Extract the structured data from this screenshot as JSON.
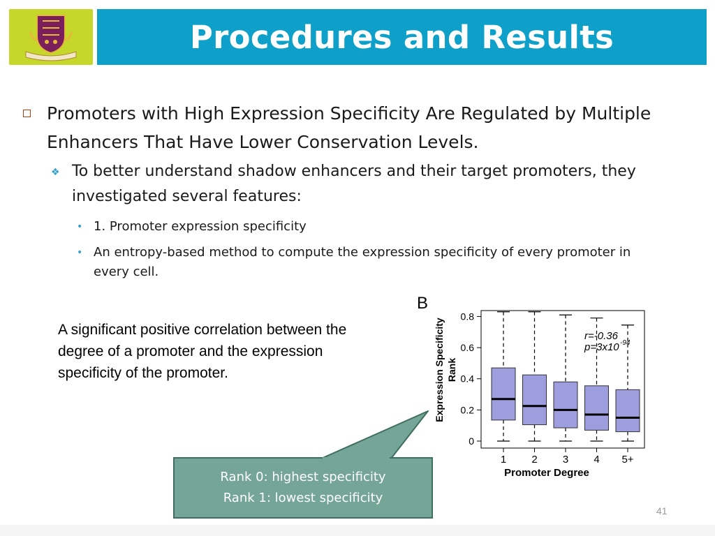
{
  "header": {
    "title": "Procedures and Results",
    "logo_icon": "university-crest-icon",
    "accent_color": "#0ea0c8",
    "logo_bg_color": "#c6d72c"
  },
  "content": {
    "bullet1": "Promoters with High Expression Specificity Are Regulated by Multiple Enhancers That Have Lower Conservation Levels.",
    "bullet2": "To better understand shadow enhancers and their target promoters, they investigated several features:",
    "bullet3a": "1. Promoter expression specificity",
    "bullet3b": "An entropy-based method to compute the expression specificity of every promoter in every cell."
  },
  "caption": "A significant positive correlation between the degree of a promoter and the expression specificity of the promoter.",
  "callout": {
    "line1": "Rank 0: highest specificity",
    "line2": "Rank 1: lowest specificity",
    "color": "#74a596"
  },
  "page_number": "41",
  "chart_data": {
    "type": "box",
    "panel_label": "B",
    "categories": [
      "1",
      "2",
      "3",
      "4",
      "5+"
    ],
    "xlabel": "Promoter Degree",
    "ylabel_line1": "Expression Specificity",
    "ylabel_line2": "Rank",
    "ylim": [
      0,
      0.82
    ],
    "yticks": [
      0,
      0.2,
      0.4,
      0.6,
      0.8
    ],
    "ytick_labels": [
      "0",
      "0.2",
      "0.4",
      "0.6",
      "0.8"
    ],
    "boxes": [
      {
        "whisker_low": 0.0,
        "q1": 0.135,
        "median": 0.27,
        "q3": 0.47,
        "whisker_high": 0.83
      },
      {
        "whisker_low": 0.0,
        "q1": 0.105,
        "median": 0.225,
        "q3": 0.425,
        "whisker_high": 0.83
      },
      {
        "whisker_low": 0.0,
        "q1": 0.085,
        "median": 0.2,
        "q3": 0.38,
        "whisker_high": 0.81
      },
      {
        "whisker_low": 0.0,
        "q1": 0.07,
        "median": 0.17,
        "q3": 0.355,
        "whisker_high": 0.79
      },
      {
        "whisker_low": 0.0,
        "q1": 0.06,
        "median": 0.15,
        "q3": 0.33,
        "whisker_high": 0.745
      }
    ],
    "annotation_r": "r=-0.36",
    "annotation_p_base": "p=3x10",
    "annotation_p_exp": "-94",
    "box_color": "#9e9ede",
    "grid": false
  }
}
